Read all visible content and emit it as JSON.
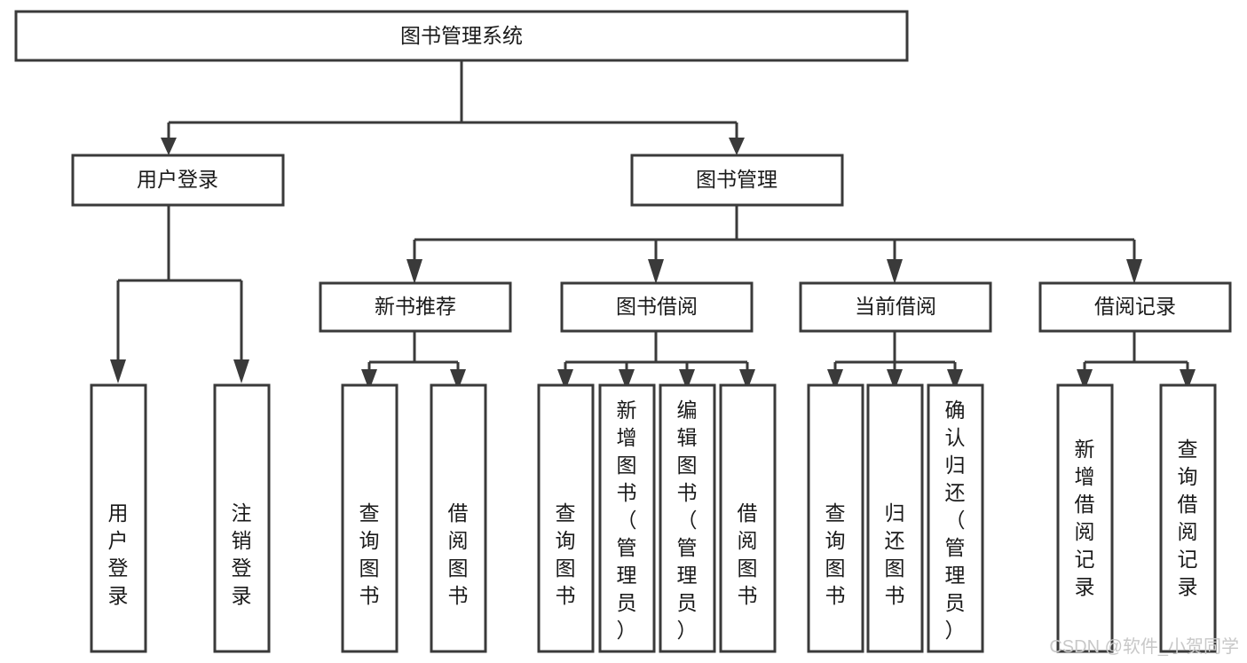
{
  "diagram": {
    "title": "图书管理系统",
    "type": "tree-hierarchy-chart",
    "orientation": "top-down",
    "colors": {
      "box_stroke": "#3a3a3a",
      "box_fill": "#ffffff",
      "text": "#1a1a1a",
      "connector": "#3a3a3a",
      "watermark": "#c8c8c8",
      "background": "#ffffff"
    },
    "root": {
      "label": "图书管理系统"
    },
    "level2": [
      {
        "id": "user-login",
        "label": "用户登录"
      },
      {
        "id": "book-manage",
        "label": "图书管理"
      }
    ],
    "level3": [
      {
        "id": "new-book-recommend",
        "label": "新书推荐",
        "parent": "book-manage"
      },
      {
        "id": "book-borrow",
        "label": "图书借阅",
        "parent": "book-manage"
      },
      {
        "id": "current-borrow",
        "label": "当前借阅",
        "parent": "book-manage"
      },
      {
        "id": "borrow-record",
        "label": "借阅记录",
        "parent": "book-manage"
      }
    ],
    "leaves": [
      {
        "id": "leaf-user-login",
        "label": "用户登录",
        "parent": "user-login"
      },
      {
        "id": "leaf-logout-login",
        "label": "注销登录",
        "parent": "user-login"
      },
      {
        "id": "leaf-query-book-1",
        "label": "查询图书",
        "parent": "new-book-recommend"
      },
      {
        "id": "leaf-borrow-book-1",
        "label": "借阅图书",
        "parent": "new-book-recommend"
      },
      {
        "id": "leaf-query-book-2",
        "label": "查询图书",
        "parent": "book-borrow"
      },
      {
        "id": "leaf-add-book",
        "label": "新增图书（管理员）",
        "parent": "book-borrow"
      },
      {
        "id": "leaf-edit-book",
        "label": "编辑图书（管理员）",
        "parent": "book-borrow"
      },
      {
        "id": "leaf-borrow-book-2",
        "label": "借阅图书",
        "parent": "book-borrow"
      },
      {
        "id": "leaf-query-book-3",
        "label": "查询图书",
        "parent": "current-borrow"
      },
      {
        "id": "leaf-return-book",
        "label": "归还图书",
        "parent": "current-borrow"
      },
      {
        "id": "leaf-confirm-return",
        "label": "确认归还（管理员）",
        "parent": "current-borrow"
      },
      {
        "id": "leaf-add-record",
        "label": "新增借阅记录",
        "parent": "borrow-record"
      },
      {
        "id": "leaf-query-record",
        "label": "查询借阅记录",
        "parent": "borrow-record"
      }
    ],
    "watermark": "CSDN @软件_小贺同学"
  }
}
